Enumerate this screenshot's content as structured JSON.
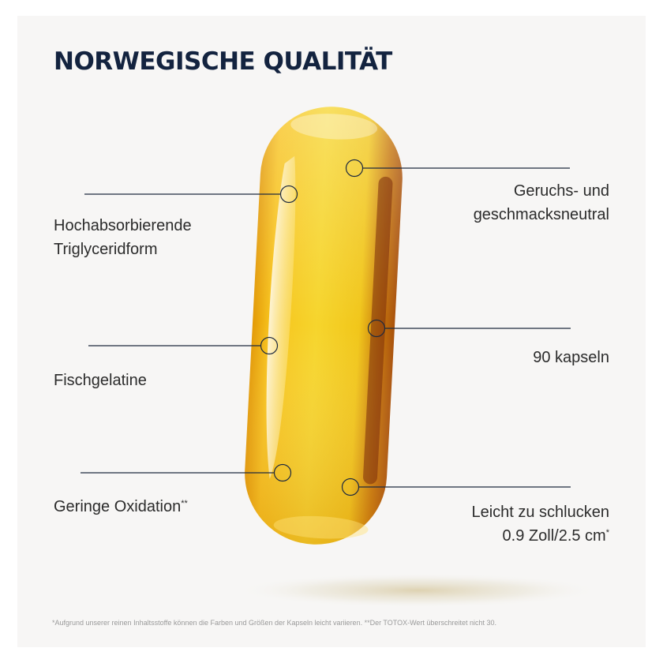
{
  "title": "NORWEGISCHE QUALITÄT",
  "features": {
    "left": [
      {
        "lines": [
          "Hochabsorbierende",
          "Triglyceridform"
        ]
      },
      {
        "lines": [
          "Fischgelatine"
        ]
      },
      {
        "text": "Geringe Oxidation",
        "sup": "**"
      }
    ],
    "right": [
      {
        "lines": [
          "Geruchs- und",
          "geschmacksneutral"
        ]
      },
      {
        "lines": [
          "90 kapseln"
        ]
      },
      {
        "lines": [
          "Leicht zu schlucken"
        ],
        "line2": "0.9 Zoll/2.5 cm",
        "sup": "*"
      }
    ]
  },
  "footnote": "*Aufgrund unserer reinen Inhaltsstoffe können die Farben und Größen der Kapseln leicht variieren. **Der TOTOX-Wert überschreitet nicht 30.",
  "colors": {
    "title": "#13233f",
    "background": "#f7f6f5",
    "capsule": "#f2c21a",
    "callout": "#1e2a3f"
  },
  "icons": [
    "capsule-image",
    "callout-marker"
  ]
}
